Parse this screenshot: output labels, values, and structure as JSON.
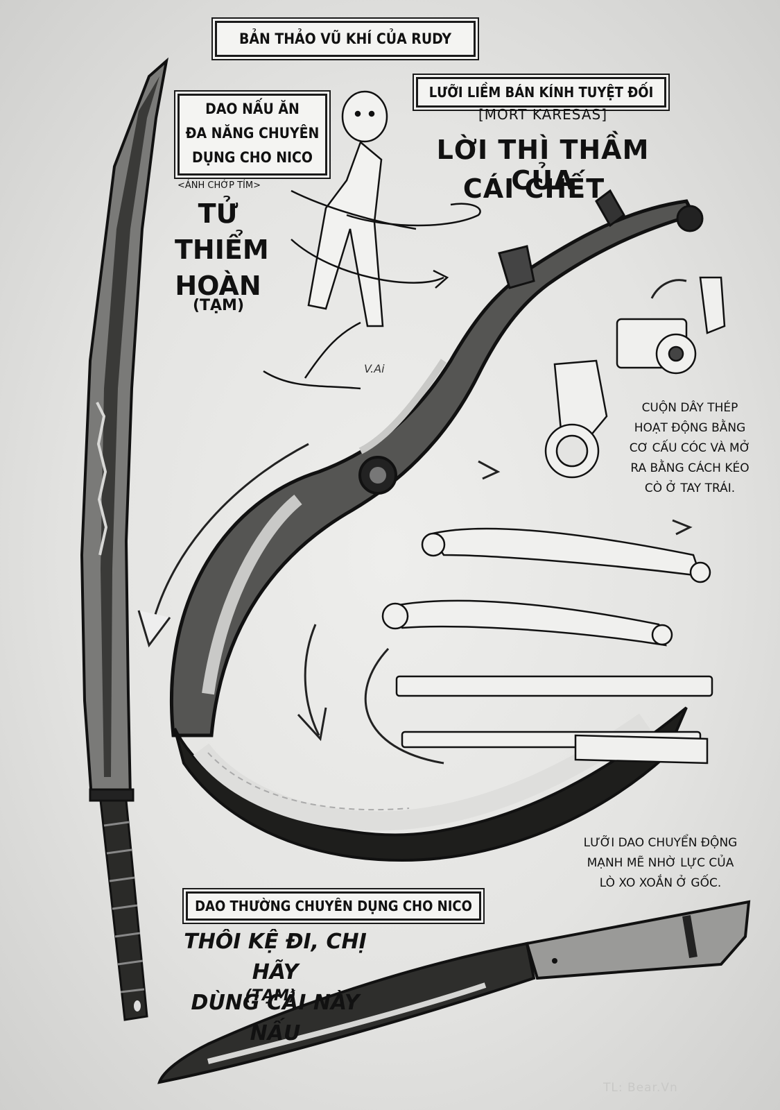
{
  "header": {
    "title": "BẢN THẢO VŨ KHÍ CỦA RUDY"
  },
  "scythe": {
    "box_label": "LƯỠI LIỀM BÁN KÍNH TUYỆT ĐỐI",
    "alt_name": "[MORT KARESAS]",
    "name_line1": "LỜI THÌ THẦM CỦA",
    "name_line2": "CÁI CHẾT",
    "note_coil": [
      "CUỘN DÂY THÉP",
      "HOẠT ĐỘNG BẰNG",
      "CƠ CẤU CÓC VÀ MỞ",
      "RA BẰNG CÁCH KÉO",
      "CÒ Ở TAY TRÁI."
    ],
    "note_spring": [
      "LƯỠI DAO CHUYỂN ĐỘNG",
      "MẠNH MẼ NHỜ LỰC CỦA",
      "LÒ XO XOẮN Ở GỐC."
    ],
    "scribble": "V.Ai"
  },
  "cleaver": {
    "box_lines": [
      "DAO NẤU ĂN",
      "ĐA NĂNG CHUYÊN",
      "DỤNG CHO NICO"
    ],
    "subtitle": "<ÁNH CHỚP TÍM>",
    "name_lines": [
      "TỬ",
      "THIỂM",
      "HOÀN"
    ],
    "tag": "(TẠM)"
  },
  "knife": {
    "box_label": "DAO THƯỜNG CHUYÊN DỤNG CHO NICO",
    "joke_lines": [
      "THÔI KỆ ĐI, CHỊ HÃY",
      "DÙNG CÁI NÀY NẤU"
    ],
    "tag": "(TẠM)"
  },
  "credit": "TL: Bear.Vn",
  "colors": {
    "ink": "#1a1a1a",
    "paper": "#e8e8e6",
    "box_fill": "#f4f4f2"
  }
}
